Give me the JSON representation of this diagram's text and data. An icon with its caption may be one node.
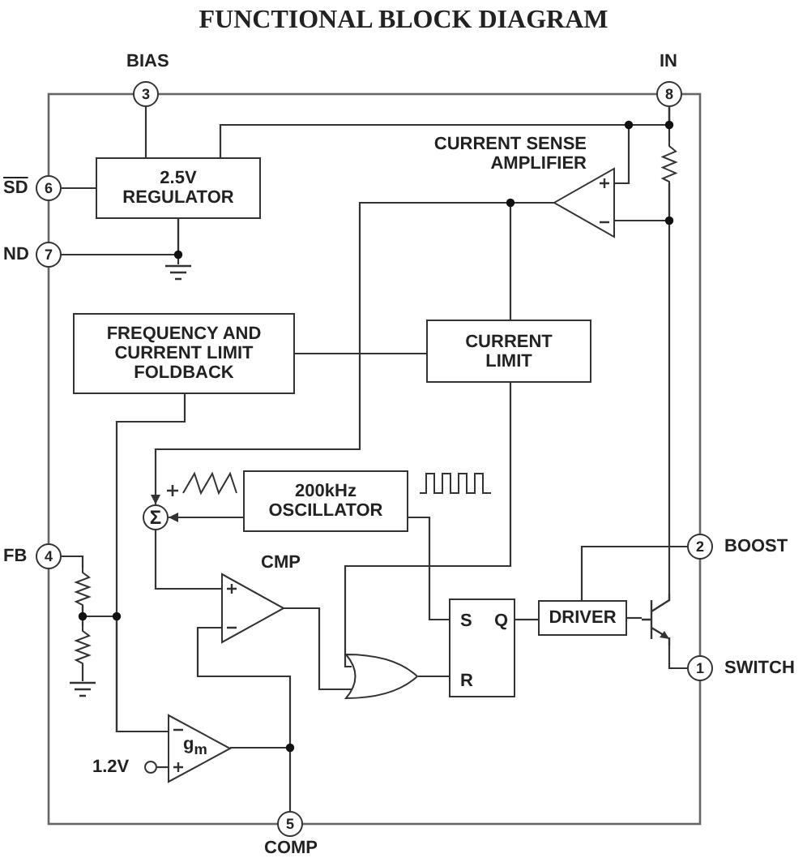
{
  "diagram": {
    "title": "FUNCTIONAL BLOCK DIAGRAM",
    "nodes": [
      {
        "text": [
          "3"
        ],
        "beside": [
          "BIAS"
        ]
      },
      {
        "text": [
          "8"
        ],
        "beside": [
          "IN"
        ]
      },
      {
        "text": [
          "6"
        ],
        "beside": [
          "SD"
        ]
      },
      {
        "text": [
          "7"
        ],
        "beside": [
          "ND"
        ]
      },
      {
        "text": [
          "2.5V REGULATOR"
        ]
      },
      {
        "text": [
          "CURRENT SENSE AMPLIFIER"
        ]
      },
      {
        "text": [
          "FREQUENCY AND CURRENT LIMIT FOLDBACK"
        ]
      },
      {
        "text": [
          "CURRENT LIMIT"
        ]
      },
      {
        "text": [
          "Σ"
        ]
      },
      {
        "text": [
          "200kHz OSCILLATOR"
        ]
      },
      {
        "text": [
          "4"
        ],
        "beside": [
          "FB"
        ]
      },
      {
        "text": [
          "CMP"
        ]
      },
      {
        "text": [],
        "shape": "gate"
      },
      {
        "text": [
          "S",
          "Q",
          "R"
        ]
      },
      {
        "text": [
          "DRIVER"
        ]
      },
      {
        "text": [],
        "shape": "transistor"
      },
      {
        "text": [
          "2"
        ],
        "beside": [
          "BOOST"
        ]
      },
      {
        "text": [
          "1"
        ],
        "beside": [
          "SWITCH"
        ]
      },
      {
        "text": [
          "g$_{m}$"
        ]
      },
      {
        "text": [
          "5"
        ],
        "beside": [
          "COMP"
        ]
      },
      {
        "text": [],
        "shape": "circle",
        "beside": [
          "1.2V"
        ]
      },
      {
        "text": [],
        "shape": "resistor"
      },
      {
        "text": [],
        "shape": "resistor"
      },
      {
        "text": [],
        "shape": "resistor"
      },
      {
        "text": [],
        "shape": "ground"
      },
      {
        "text": [],
        "shape": "ground"
      }
    ],
    "edges": [
      {
        "from": 0,
        "to": 4,
        "arrow": "none"
      },
      {
        "from": 2,
        "to": 4,
        "arrow": "none"
      },
      {
        "from": 4,
        "to": 3,
        "arrow": "none"
      },
      {
        "from": 4,
        "to": 24,
        "arrow": "none"
      },
      {
        "from": 4,
        "to": 1,
        "arrow": "none"
      },
      {
        "from": 5,
        "to": 1,
        "arrow": "none"
      },
      {
        "from": 1,
        "to": 21,
        "arrow": "none"
      },
      {
        "from": 21,
        "to": 5,
        "arrow": "none"
      },
      {
        "from": 21,
        "to": 15,
        "arrow": "none"
      },
      {
        "from": 5,
        "to": 7,
        "arrow": "none"
      },
      {
        "from": 5,
        "to": 8,
        "arrow": "to"
      },
      {
        "from": 6,
        "to": 7,
        "arrow": "none"
      },
      {
        "from": 7,
        "to": 12,
        "arrow": "none"
      },
      {
        "from": 6,
        "to": 18,
        "arrow": "none"
      },
      {
        "from": 10,
        "to": 22,
        "arrow": "none"
      },
      {
        "from": 22,
        "to": 23,
        "arrow": "none"
      },
      {
        "from": 23,
        "to": 25,
        "arrow": "none"
      },
      {
        "from": 22,
        "to": 18,
        "arrow": "none"
      },
      {
        "from": 9,
        "to": 8,
        "arrow": "to"
      },
      {
        "from": 8,
        "to": 11,
        "arrow": "none"
      },
      {
        "from": 11,
        "to": 12,
        "arrow": "none"
      },
      {
        "from": 18,
        "to": 11,
        "arrow": "none"
      },
      {
        "from": 18,
        "to": 19,
        "arrow": "none"
      },
      {
        "from": 9,
        "to": 13,
        "arrow": "none"
      },
      {
        "from": 12,
        "to": 13,
        "arrow": "none"
      },
      {
        "from": 13,
        "to": 14,
        "arrow": "none"
      },
      {
        "from": 14,
        "to": 16,
        "arrow": "none"
      },
      {
        "from": 14,
        "to": 15,
        "arrow": "none"
      },
      {
        "from": 15,
        "to": 17,
        "arrow": "none"
      },
      {
        "from": 20,
        "to": 18,
        "arrow": "none"
      }
    ]
  }
}
